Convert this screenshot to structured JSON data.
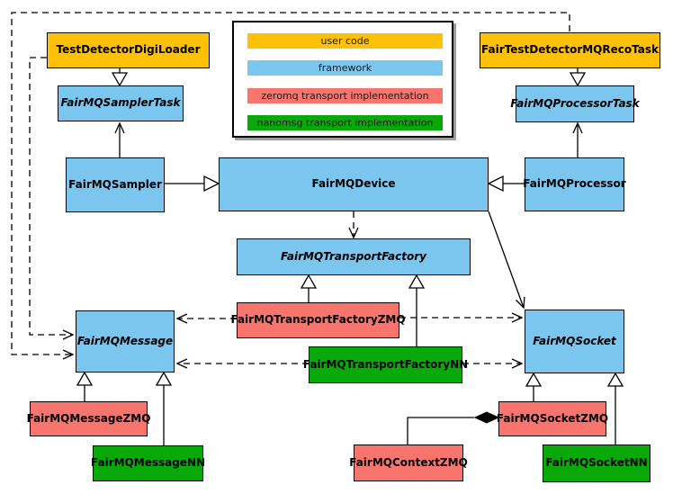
{
  "colors": {
    "user_code": "#FFC107",
    "framework": "#7AC6EE",
    "zeromq": "#F8756E",
    "nanomsg": "#08A908",
    "line": "#000000",
    "background": "#FFFFFF"
  },
  "legend": {
    "items": [
      {
        "label": "user code",
        "category": "user_code"
      },
      {
        "label": "framework",
        "category": "framework"
      },
      {
        "label": "zeromq transport implementation",
        "category": "zeromq"
      },
      {
        "label": "nanomsg transport implementation",
        "category": "nanomsg"
      }
    ]
  },
  "nodes": {
    "testDetectorDigiLoader": {
      "label": "TestDetectorDigiLoader",
      "category": "user_code",
      "abstract": false
    },
    "fairTestDetectorMQRecoTask": {
      "label": "FairTestDetectorMQRecoTask",
      "category": "user_code",
      "abstract": false
    },
    "fairMQSamplerTask": {
      "label": "FairMQSamplerTask",
      "category": "framework",
      "abstract": true
    },
    "fairMQProcessorTask": {
      "label": "FairMQProcessorTask",
      "category": "framework",
      "abstract": true
    },
    "fairMQSampler": {
      "label": "FairMQSampler",
      "category": "framework",
      "abstract": false
    },
    "fairMQDevice": {
      "label": "FairMQDevice",
      "category": "framework",
      "abstract": false
    },
    "fairMQProcessor": {
      "label": "FairMQProcessor",
      "category": "framework",
      "abstract": false
    },
    "fairMQTransportFactory": {
      "label": "FairMQTransportFactory",
      "category": "framework",
      "abstract": true
    },
    "fairMQTransportFactoryZMQ": {
      "label": "FairMQTransportFactoryZMQ",
      "category": "zeromq",
      "abstract": false
    },
    "fairMQTransportFactoryNN": {
      "label": "FairMQTransportFactoryNN",
      "category": "nanomsg",
      "abstract": false
    },
    "fairMQMessage": {
      "label": "FairMQMessage",
      "category": "framework",
      "abstract": true
    },
    "fairMQSocket": {
      "label": "FairMQSocket",
      "category": "framework",
      "abstract": true
    },
    "fairMQMessageZMQ": {
      "label": "FairMQMessageZMQ",
      "category": "zeromq",
      "abstract": false
    },
    "fairMQMessageNN": {
      "label": "FairMQMessageNN",
      "category": "nanomsg",
      "abstract": false
    },
    "fairMQContextZMQ": {
      "label": "FairMQContextZMQ",
      "category": "zeromq",
      "abstract": false
    },
    "fairMQSocketZMQ": {
      "label": "FairMQSocketZMQ",
      "category": "zeromq",
      "abstract": false
    },
    "fairMQSocketNN": {
      "label": "FairMQSocketNN",
      "category": "nanomsg",
      "abstract": false
    }
  },
  "edges": [
    {
      "from": "TestDetectorDigiLoader",
      "to": "FairMQSamplerTask",
      "type": "inheritance"
    },
    {
      "from": "FairTestDetectorMQRecoTask",
      "to": "FairMQProcessorTask",
      "type": "inheritance"
    },
    {
      "from": "FairMQSampler",
      "to": "FairMQDevice",
      "type": "inheritance"
    },
    {
      "from": "FairMQProcessor",
      "to": "FairMQDevice",
      "type": "inheritance"
    },
    {
      "from": "FairMQSampler",
      "to": "FairMQSamplerTask",
      "type": "association"
    },
    {
      "from": "FairMQProcessor",
      "to": "FairMQProcessorTask",
      "type": "association"
    },
    {
      "from": "FairMQDevice",
      "to": "FairMQTransportFactory",
      "type": "dependency"
    },
    {
      "from": "FairMQDevice",
      "to": "FairMQSocket",
      "type": "association"
    },
    {
      "from": "FairMQTransportFactoryZMQ",
      "to": "FairMQTransportFactory",
      "type": "inheritance"
    },
    {
      "from": "FairMQTransportFactoryNN",
      "to": "FairMQTransportFactory",
      "type": "inheritance"
    },
    {
      "from": "FairMQTransportFactoryZMQ",
      "to": "FairMQMessage",
      "type": "dependency"
    },
    {
      "from": "FairMQTransportFactoryZMQ",
      "to": "FairMQSocket",
      "type": "dependency"
    },
    {
      "from": "FairMQTransportFactoryNN",
      "to": "FairMQMessage",
      "type": "dependency"
    },
    {
      "from": "FairMQTransportFactoryNN",
      "to": "FairMQSocket",
      "type": "dependency"
    },
    {
      "from": "TestDetectorDigiLoader",
      "to": "FairMQMessage",
      "type": "dependency"
    },
    {
      "from": "FairTestDetectorMQRecoTask",
      "to": "FairMQMessage",
      "type": "dependency"
    },
    {
      "from": "FairMQMessageZMQ",
      "to": "FairMQMessage",
      "type": "inheritance"
    },
    {
      "from": "FairMQMessageNN",
      "to": "FairMQMessage",
      "type": "inheritance"
    },
    {
      "from": "FairMQSocketZMQ",
      "to": "FairMQSocket",
      "type": "inheritance"
    },
    {
      "from": "FairMQSocketNN",
      "to": "FairMQSocket",
      "type": "inheritance"
    },
    {
      "from": "FairMQSocketZMQ",
      "to": "FairMQContextZMQ",
      "type": "composition"
    }
  ]
}
